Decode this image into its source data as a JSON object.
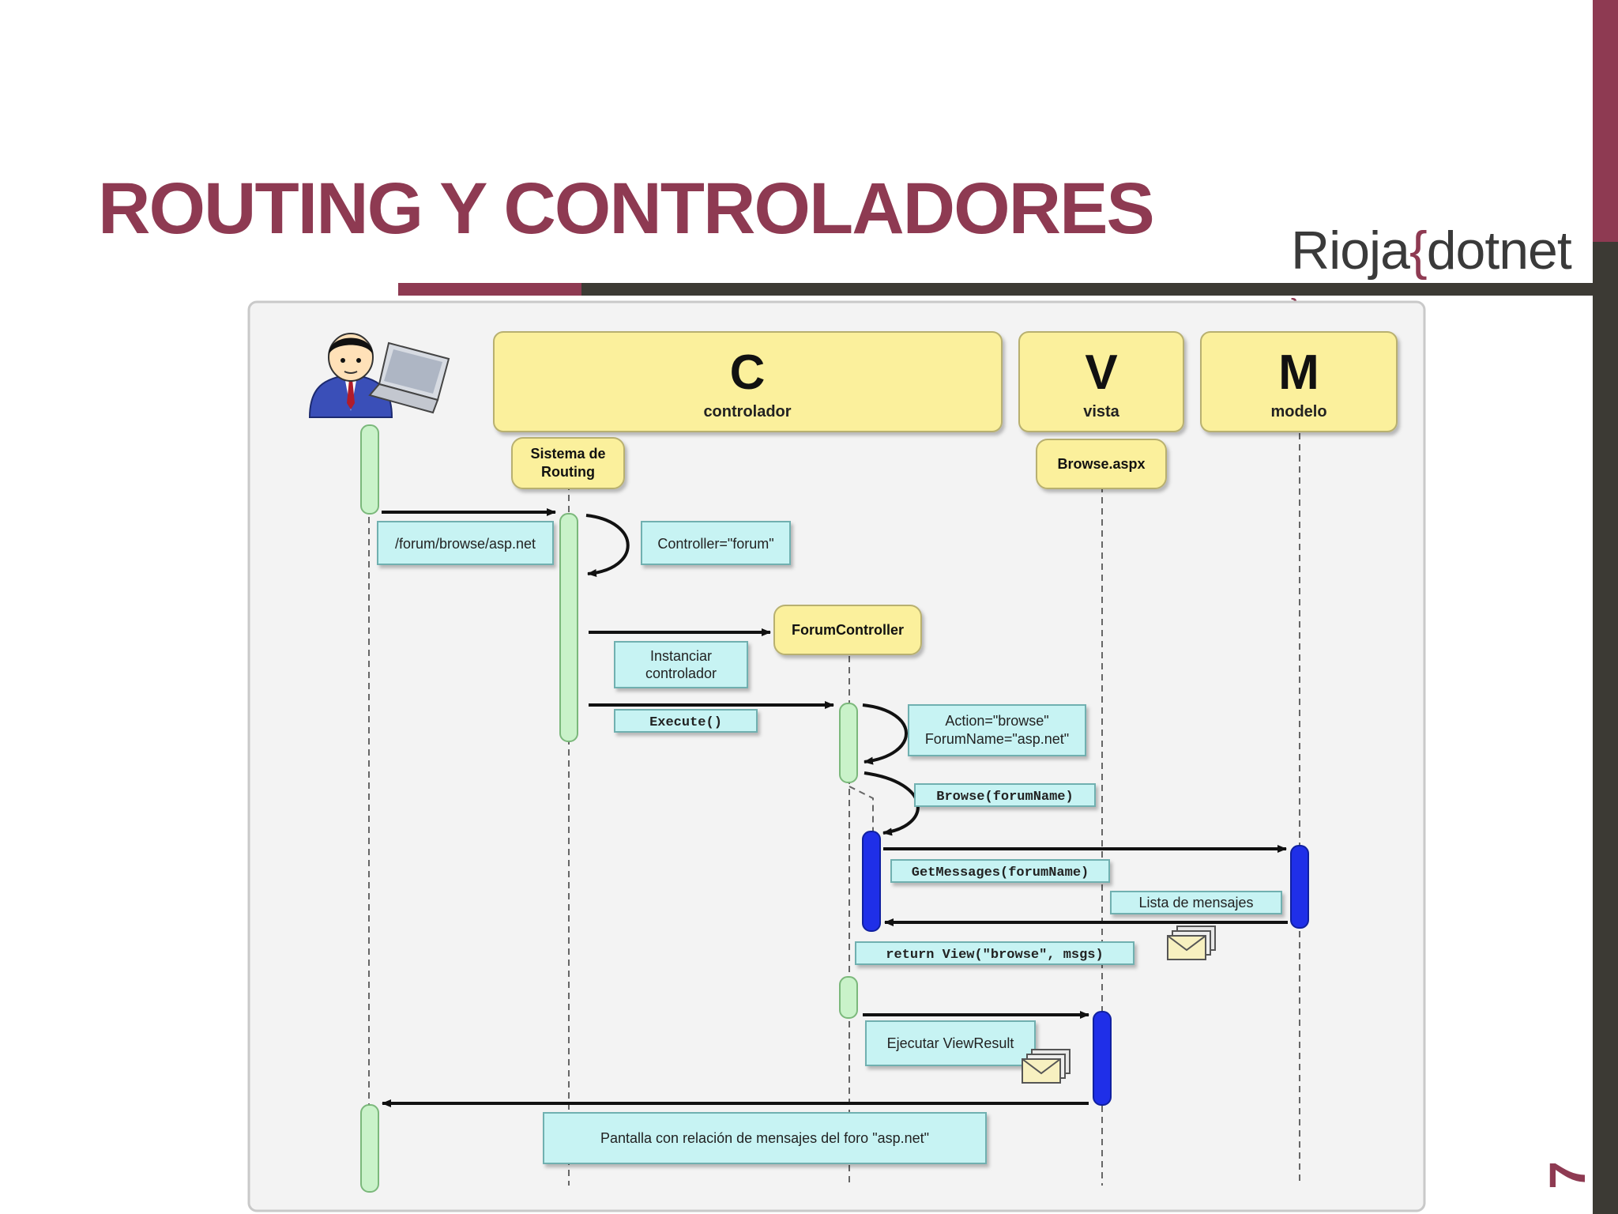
{
  "slide": {
    "title": "ROUTING Y CONTROLADORES",
    "brand_name": "Rioja",
    "brand_open_brace": "{",
    "brand_suffix": "dotnet",
    "brand_close_brace": "}",
    "page_number": "7"
  },
  "colors": {
    "accent": "#8e3a52",
    "dark_bar": "#3c3a34",
    "yellow_box": "#fbf09c",
    "cyan_label": "#c7f3f3",
    "green_activation": "#c9f2c9",
    "blue_activation": "#1f2fe8"
  },
  "diagram": {
    "header_boxes": [
      {
        "letter": "C",
        "label": "controlador"
      },
      {
        "letter": "V",
        "label": "vista"
      },
      {
        "letter": "M",
        "label": "modelo"
      }
    ],
    "participants": {
      "routing_line1": "Sistema de",
      "routing_line2": "Routing",
      "forum_controller": "ForumController",
      "browse_view": "Browse.aspx"
    },
    "messages": {
      "url": "/forum/browse/asp.net",
      "controller_param": "Controller=\"forum\"",
      "instanciar_line1": "Instanciar",
      "instanciar_line2": "controlador",
      "execute": "Execute()",
      "action_line1": "Action=\"browse\"",
      "action_line2": "ForumName=\"asp.net\"",
      "browse_call": "Browse(forumName)",
      "get_messages": "GetMessages(forumName)",
      "lista_mensajes": "Lista de mensajes",
      "return_view": "return View(\"browse\", msgs)",
      "ejecutar_view": "Ejecutar ViewResult",
      "pantalla": "Pantalla con relación de mensajes del foro \"asp.net\""
    },
    "icons": [
      "user-with-laptop-icon",
      "envelope-icon",
      "envelope-icon"
    ]
  }
}
